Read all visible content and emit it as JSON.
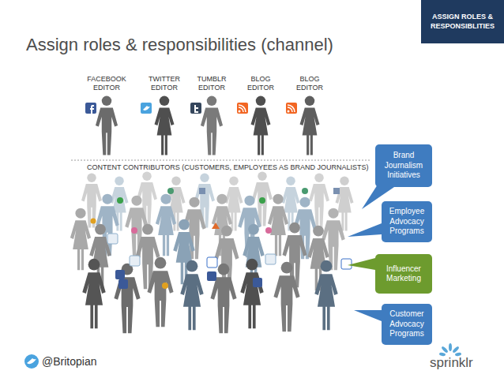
{
  "diagram": {
    "title": "Assign roles & responsibilities (channel)",
    "nodes": [
      {
        "text": [
          "ASSIGN ROLES & RESPONSIBLITIES"
        ]
      },
      {
        "text": [
          "Brand Journalism Initiatives"
        ]
      },
      {
        "text": [
          "Employee Advocacy Programs"
        ]
      },
      {
        "text": [
          "Influencer Marketing"
        ]
      },
      {
        "text": [
          "Customer Advocacy Programs"
        ]
      }
    ],
    "labels": [
      "FACEBOOK EDITOR",
      "TWITTER EDITOR",
      "TUMBLR EDITOR",
      "BLOG EDITOR",
      "BLOG EDITOR",
      "CONTENT CONTRIBUTORS (CUSTOMERS, EMPLOYEES AS BRAND JOURNALISTS)",
      "@Britopian",
      "sprinklr"
    ]
  }
}
